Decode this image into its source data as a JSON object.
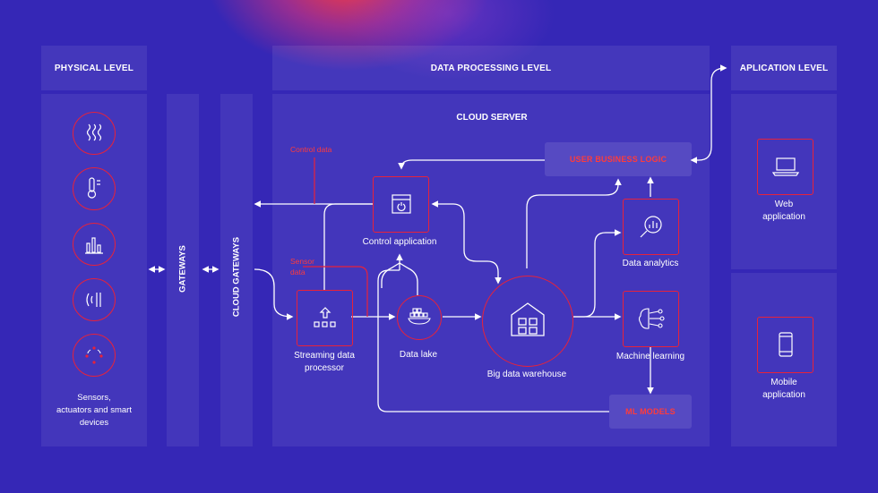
{
  "levels": {
    "physical": "PHYSICAL LEVEL",
    "data_processing": "DATA PROCESSING LEVEL",
    "application": "APLICATION LEVEL"
  },
  "gateways": "GATEWAYS",
  "cloud_gateways": "CLOUD GATEWAYS",
  "cloud_server": "CLOUD SERVER",
  "sensors_label": [
    "Sensors,",
    "actuators and smart",
    "devices"
  ],
  "nodes": {
    "streaming": [
      "Streaming data",
      "processor"
    ],
    "data_lake": "Data lake",
    "control_app": "Control application",
    "warehouse": "Big data warehouse",
    "analytics": "Data analytics",
    "ml": "Machine learning",
    "business_logic": "USER BUSINESS LOGIC",
    "ml_models": "ML MODELS"
  },
  "flow_labels": {
    "control_data": "Control data",
    "sensor_data": [
      "Sensor",
      "data"
    ]
  },
  "apps": {
    "web": [
      "Web",
      "application"
    ],
    "mobile": [
      "Mobile",
      "application"
    ]
  },
  "colors": {
    "background": "#3527b6",
    "accent": "#e8223a",
    "line": "#ffffff"
  }
}
